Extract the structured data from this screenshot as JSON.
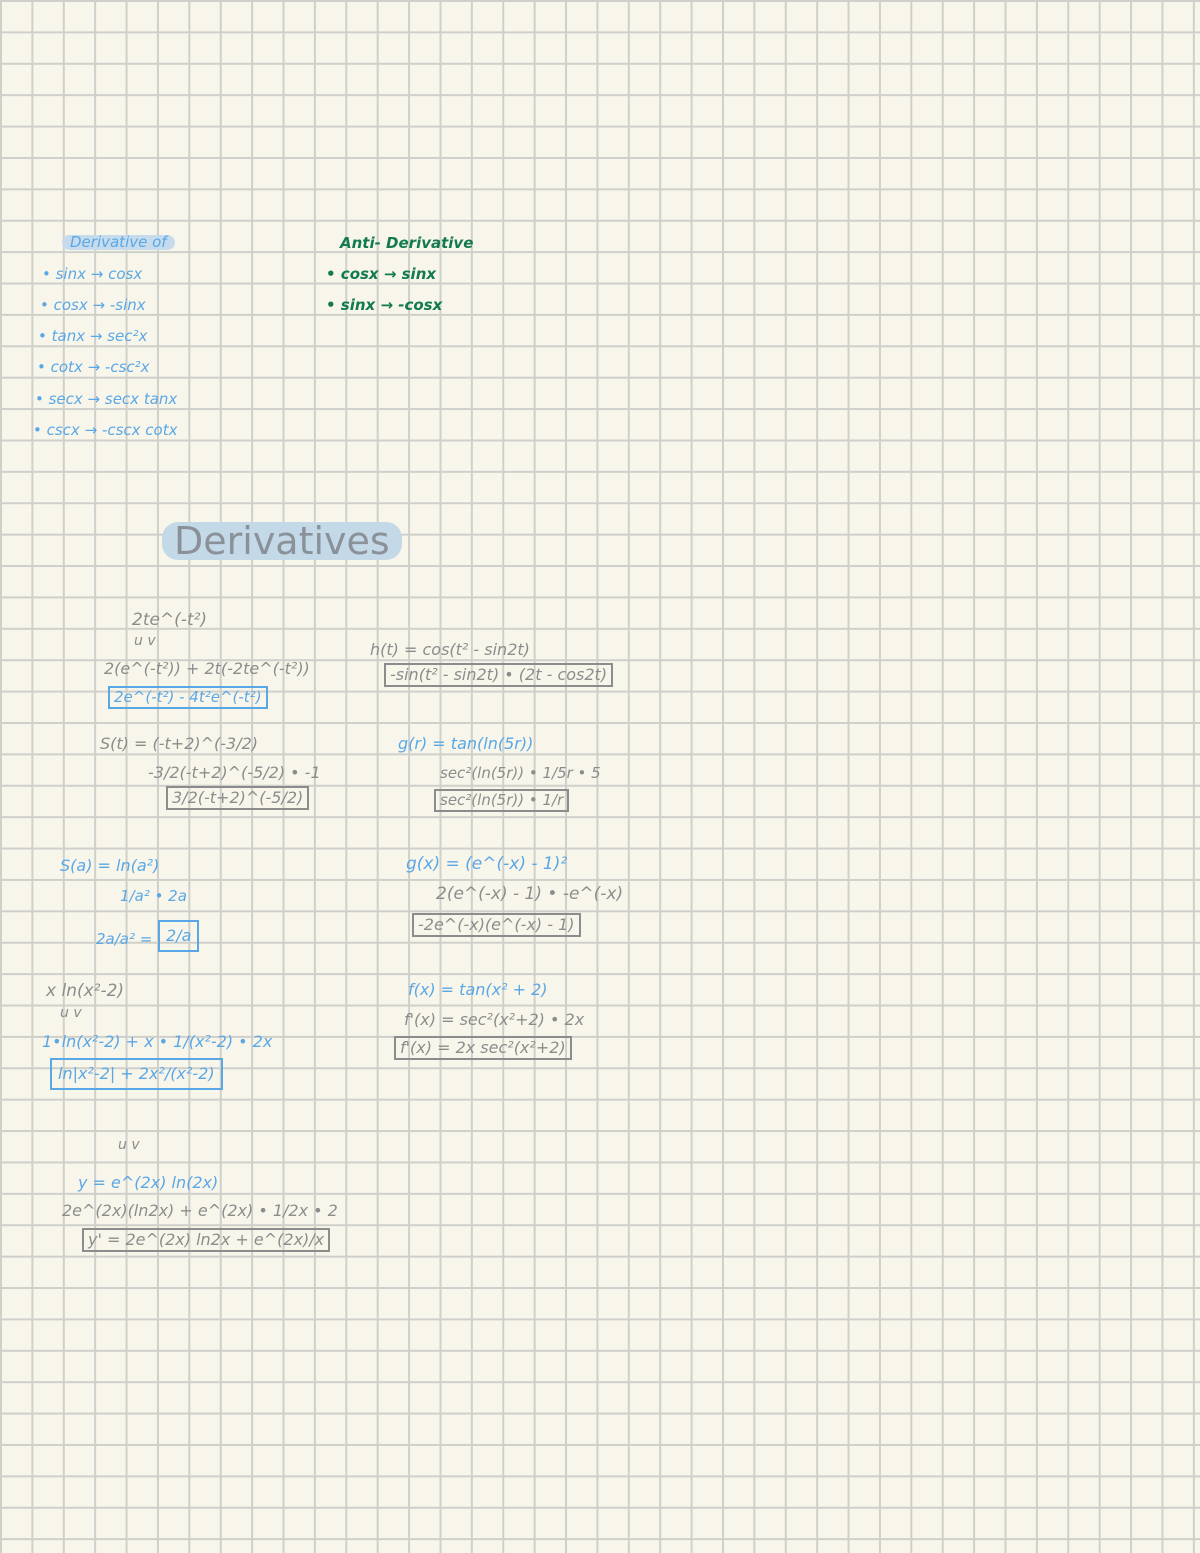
{
  "ref_table": {
    "derivative_header": "Derivative of",
    "derivative_items": [
      "• sinx → cosx",
      "• cosx → -sinx",
      "• tanx → sec²x",
      "• cotx → -csc²x",
      "• secx → secx tanx",
      "• cscx → -cscx cotx"
    ],
    "antiderivative_header": "Anti- Derivative",
    "antiderivative_items": [
      "• cosx → sinx",
      "• sinx → -cosx"
    ]
  },
  "page_title": "Derivatives",
  "problems": {
    "p1": {
      "setup": "2te^(-t²)",
      "uv": "u      v",
      "step": "2(e^(-t²)) + 2t(-2te^(-t²))",
      "answer": "2e^(-t²) - 4t²e^(-t²)"
    },
    "p2": {
      "given": "S(t) = (-t+2)^(-3/2)",
      "step": "-3/2(-t+2)^(-5/2) • -1",
      "answer": "3/2(-t+2)^(-5/2)"
    },
    "p3": {
      "given": "S(a) = ln(a²)",
      "step": "1/a² • 2a",
      "work": "2a/a²  =",
      "answer": "2/a"
    },
    "p4": {
      "setup": "x ln(x²-2)",
      "uv": "u       v",
      "step": "1•ln(x²-2) + x • 1/(x²-2) • 2x",
      "answer": "ln|x²-2| + 2x²/(x²-2)"
    },
    "p5": {
      "uv": "u      v",
      "given": "y = e^(2x) ln(2x)",
      "step": "2e^(2x)(ln2x) + e^(2x) • 1/2x • 2",
      "answer": "y' = 2e^(2x) ln2x + e^(2x)/x"
    },
    "p6": {
      "given": "h(t) = cos(t² - sin2t)",
      "answer": "-sin(t² - sin2t) • (2t - cos2t)"
    },
    "p7": {
      "given": "g(r) = tan(ln(5r))",
      "step": "sec²(ln(5r)) • 1/5r • 5",
      "answer": "sec²(ln(5r)) • 1/r"
    },
    "p8": {
      "given": "g(x) = (e^(-x) - 1)²",
      "step": "2(e^(-x) - 1) • -e^(-x)",
      "answer": "-2e^(-x)(e^(-x) - 1)"
    },
    "p9": {
      "given": "f(x) = tan(x² + 2)",
      "step": "f'(x) = sec²(x²+2) • 2x",
      "answer": "f'(x) = 2x sec²(x²+2)"
    }
  }
}
